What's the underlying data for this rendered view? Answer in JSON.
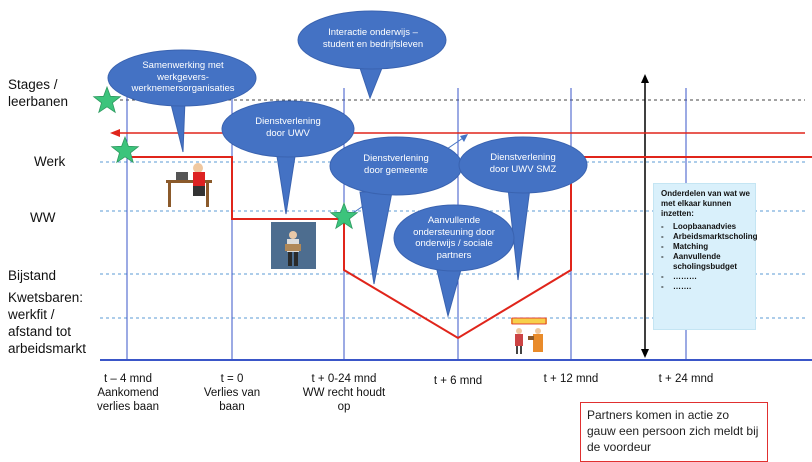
{
  "y_labels": {
    "stages": [
      "Stages /",
      "leerbanen"
    ],
    "werk": "Werk",
    "ww": "WW",
    "bijstand": "Bijstand",
    "kwetsbaren": [
      "Kwetsbaren:",
      "werkfit /",
      "afstand tot",
      "arbeidsmarkt"
    ]
  },
  "x_labels": [
    {
      "lines": [
        "t – 4 mnd",
        "Aankomend",
        "verlies baan"
      ]
    },
    {
      "lines": [
        "t = 0",
        "Verlies van",
        "baan"
      ]
    },
    {
      "lines": [
        "t + 0-24  mnd",
        "WW recht houdt",
        "op"
      ]
    },
    {
      "lines": [
        "t + 6 mnd"
      ]
    },
    {
      "lines": [
        "t + 12 mnd"
      ]
    },
    {
      "lines": [
        "t + 24 mnd"
      ]
    }
  ],
  "bubbles": {
    "samenwerking": [
      "Samenwerking met",
      "werkgevers-",
      "werknemersorganisaties"
    ],
    "interactie": [
      "Interactie onderwijs –",
      "student en bedrijfsleven"
    ],
    "uwv": [
      "Dienstverlening",
      "door UWV"
    ],
    "gemeente": [
      "Dienstverlening",
      "door gemeente"
    ],
    "uwv_smz": [
      "Dienstverlening",
      "door UWV SMZ"
    ],
    "aanvullende": [
      "Aanvullende",
      "ondersteuning door",
      "onderwijs / sociale",
      "partners"
    ]
  },
  "info_box": {
    "title": "Onderdelen van wat we met elkaar kunnen inzetten:",
    "items": [
      "Loopbaanadvies",
      "Arbeidsmarktscholing",
      "Matching",
      "Aanvullende scholingsbudget",
      "………",
      "……."
    ]
  },
  "partners_box": "Partners komen in actie zo gauw een persoon zich meldt bij de voordeur",
  "colors": {
    "bubble": "#4472c4",
    "line": "#e0251b",
    "star": "#3cc47c",
    "grid": "#5b9bd5",
    "axis": "#3a56c8"
  },
  "icons": [
    "person-at-desk-icon",
    "person-with-box-icon",
    "people-at-door-icon",
    "star-icon"
  ]
}
